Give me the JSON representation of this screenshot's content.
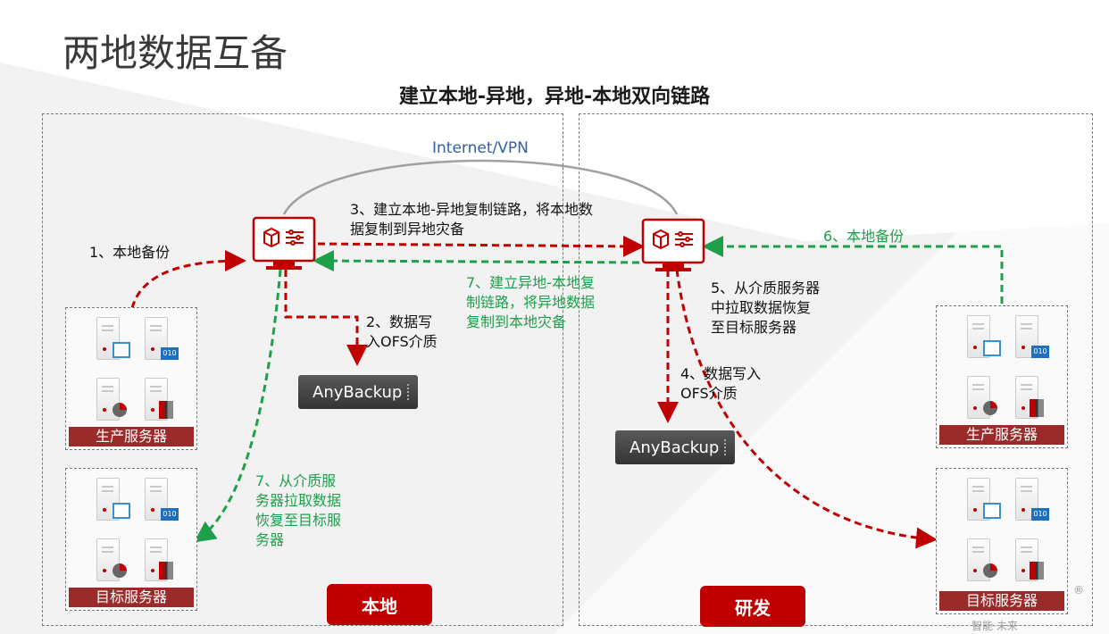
{
  "title": "两地数据互备",
  "subtitle": "建立本地-异地，异地-本地双向链路",
  "network_label": "Internet/VPN",
  "zones": {
    "left_label": "本地",
    "right_label": "研发"
  },
  "groups": {
    "left_production": "生产服务器",
    "left_target": "目标服务器",
    "right_production": "生产服务器",
    "right_target": "目标服务器"
  },
  "devices": {
    "left_storage": "AnyBackup",
    "right_storage": "AnyBackup",
    "badge_text": "010"
  },
  "steps": {
    "s1": "1、本地备份",
    "s2": "2、数据写\n入OFS介质",
    "s3": "3、建立本地-异地复制链路，将本地数\n据复制到异地灾备",
    "s4": "4、数据写入\nOFS介质",
    "s5": "5、从介质服务器\n中拉取数据恢复\n至目标服务器",
    "s6": "6、本地备份",
    "s7a": "7、建立异地-本地复\n制链路，将异地数据\n复制到本地灾备",
    "s7b": "7、从介质服\n务器拉取数据\n恢复至目标服\n务器"
  },
  "watermark": {
    "mark": "®",
    "slogan": "智能·未来"
  },
  "colors": {
    "red_arrow": "#c00000",
    "green_arrow": "#1ea04b",
    "accent": "#c00000"
  },
  "icons": [
    "monitor-icon",
    "server-icon",
    "cube-icon",
    "settings-sliders-icon",
    "storage-appliance-icon",
    "arrowhead-icon"
  ]
}
